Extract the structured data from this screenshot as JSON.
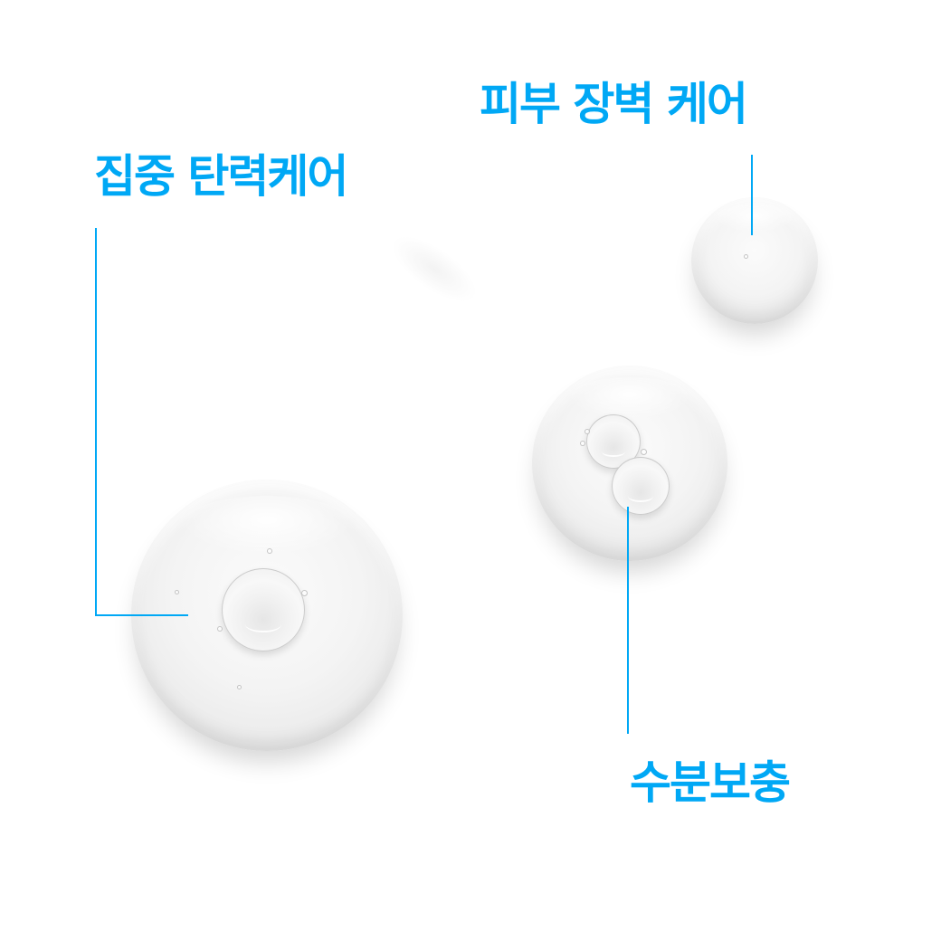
{
  "labels": {
    "skin_barrier": "피부 장벽 케어",
    "elasticity": "집중 탄력케어",
    "moisture": "수분보충"
  },
  "colors": {
    "accent": "#00a8f5",
    "background": "#ffffff"
  }
}
